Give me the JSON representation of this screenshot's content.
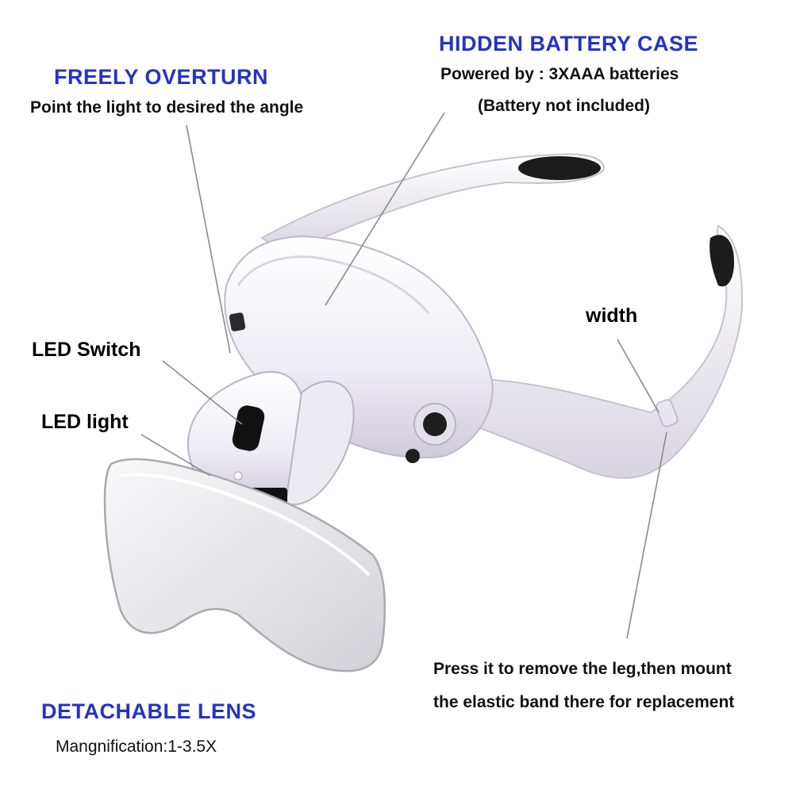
{
  "callouts": {
    "freely_overturn": {
      "title": "FREELY OVERTURN",
      "description": "Point the light to desired the angle"
    },
    "hidden_battery_case": {
      "title": "HIDDEN BATTERY CASE",
      "line1": "Powered by : 3XAAA batteries",
      "line2": "(Battery not included)"
    },
    "width": {
      "label": "width"
    },
    "led_switch": {
      "label": "LED Switch"
    },
    "led_light": {
      "label": "LED light"
    },
    "leg_release": {
      "line1": "Press it to remove the leg,then mount",
      "line2": "the elastic band there for replacement"
    },
    "detachable_lens": {
      "title": "DETACHABLE LENS",
      "description": "Mangnification:1-3.5X"
    }
  },
  "colors": {
    "heading_blue": "#2334c4",
    "product_white": "#f4f3f8",
    "product_shadow": "#c9c6d4",
    "lens_tint": "#eeeef1"
  }
}
